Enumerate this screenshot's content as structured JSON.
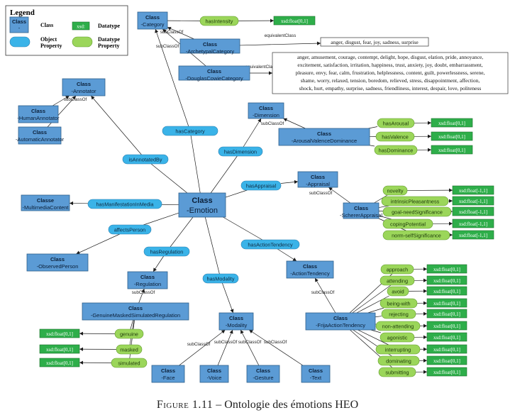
{
  "legend": {
    "title": "Legend",
    "items": [
      {
        "kind": "class",
        "swatch": [
          "Class",
          "-"
        ],
        "label": "Class"
      },
      {
        "kind": "datatype",
        "swatch": [
          "xsd:"
        ],
        "label": "Datatype"
      },
      {
        "kind": "object",
        "label": [
          "Object",
          "Property"
        ]
      },
      {
        "kind": "data",
        "label": [
          "Datatype",
          "Property"
        ]
      }
    ]
  },
  "class_keyword": "Class",
  "classes": [
    {
      "id": "category",
      "name": "-Category"
    },
    {
      "id": "archetypal",
      "name": "-ArchetypalCategory"
    },
    {
      "id": "douglas",
      "name": "-DouglasCowieCategory"
    },
    {
      "id": "annotator",
      "name": "-Annotator"
    },
    {
      "id": "human",
      "name": "-HumanAnnotator"
    },
    {
      "id": "automatic",
      "name": "-AutomaticAnnotator"
    },
    {
      "id": "dimension",
      "name": "-Dimension"
    },
    {
      "id": "avd",
      "name": "-ArousalValenceDominance"
    },
    {
      "id": "appraisal",
      "name": "-Appraisal"
    },
    {
      "id": "scherer",
      "name": "-SchererAppraisal"
    },
    {
      "id": "multimedia",
      "keyword": "Classe",
      "name": "-MultimediaContent"
    },
    {
      "id": "emotion",
      "name": "-Emotion"
    },
    {
      "id": "observed",
      "name": "-ObservedPerson"
    },
    {
      "id": "regulation",
      "name": "-Regulation"
    },
    {
      "id": "gmsr",
      "name": "-GenuineMaskedSimulatedRegulation"
    },
    {
      "id": "actiontendency",
      "name": "-ActionTendency"
    },
    {
      "id": "frija",
      "name": "-FrijaActionTendency"
    },
    {
      "id": "modality",
      "name": "-Modality"
    },
    {
      "id": "face",
      "name": "-Face"
    },
    {
      "id": "voice",
      "name": "-Voice"
    },
    {
      "id": "gesture",
      "name": "-Gesture"
    },
    {
      "id": "text",
      "name": "-Text"
    }
  ],
  "object_properties": [
    {
      "id": "hasCategory",
      "label": "hasCategory"
    },
    {
      "id": "isAnnotatedBy",
      "label": "isAnnotatedBy"
    },
    {
      "id": "hasDimension",
      "label": "hasDimension"
    },
    {
      "id": "hasAppraisal",
      "label": "hasAppraisal"
    },
    {
      "id": "hasManifestation",
      "label": "hasManifestationInMedia"
    },
    {
      "id": "affectsPerson",
      "label": "affectsPerson"
    },
    {
      "id": "hasRegulation",
      "label": "hasRegulation"
    },
    {
      "id": "hasModality",
      "label": "hasModality"
    },
    {
      "id": "hasActionTendency",
      "label": "hasActionTendency"
    }
  ],
  "datatype_properties": [
    {
      "id": "hasIntensity",
      "label": "hasIntensity",
      "range": "xsd:float[0,1]"
    },
    {
      "id": "hasArousal",
      "label": "hasArousal",
      "range": "xsd:float[0,1]"
    },
    {
      "id": "hasValence",
      "label": "hasValence",
      "range": "xsd:float[0,1]"
    },
    {
      "id": "hasDominance",
      "label": "hasDominance",
      "range": "xsd:float[0,1]"
    },
    {
      "id": "novelty",
      "label": "novelty",
      "range": "xsd:float[-1,1]"
    },
    {
      "id": "intrinsic",
      "label": "intrinsicPleasantness",
      "range": "xsd:float[-1,1]"
    },
    {
      "id": "goal",
      "label": "goal-needSignificance",
      "range": "xsd:float[-1,1]"
    },
    {
      "id": "coping",
      "label": "copingPotential",
      "range": "xsd:float[-1,1]"
    },
    {
      "id": "norm",
      "label": "norm-selfSignificance",
      "range": "xsd:float[-1,1]"
    },
    {
      "id": "approach",
      "label": "approach",
      "range": "xsd:float[0,1]"
    },
    {
      "id": "attending",
      "label": "attending",
      "range": "xsd:float[0,1]"
    },
    {
      "id": "avoid",
      "label": "avoid",
      "range": "xsd:float[0,1]"
    },
    {
      "id": "beingwith",
      "label": "being-with",
      "range": "xsd:float[0,1]"
    },
    {
      "id": "rejecting",
      "label": "rejecting",
      "range": "xsd:float[0,1]"
    },
    {
      "id": "nonattending",
      "label": "non-attending",
      "range": "xsd:float[0,1]"
    },
    {
      "id": "agonistic",
      "label": "agonistic",
      "range": "xsd:float[0,1]"
    },
    {
      "id": "interrupting",
      "label": "interrupting",
      "range": "xsd:float[0,1]"
    },
    {
      "id": "dominating",
      "label": "dominating",
      "range": "xsd:float[0,1]"
    },
    {
      "id": "submitting",
      "label": "submitting",
      "range": "xsd:float[0,1]"
    },
    {
      "id": "genuine",
      "label": "genuine",
      "range": "xsd:float[0,1]"
    },
    {
      "id": "masked",
      "label": "masked",
      "range": "xsd:float[0,1]"
    },
    {
      "id": "simulated",
      "label": "simulated",
      "range": "xsd:float[0,1]"
    }
  ],
  "edge_labels": {
    "subclass": "subClassOf",
    "equivalent": "equivalentClass"
  },
  "notes": {
    "archetypal": [
      "anger, disgust, fear, joy, sadness, surprise"
    ],
    "douglas": [
      "anger, amusement, courage, contempt, delight, hope, disgust, elation, pride, annoyance,",
      "excitement, satisfaction, irritation, happiness, trust, anxiety, joy, doubt, embarrassment,",
      "pleasure, envy, fear, calm, frustration, helplessness, content, guilt, powerlessness, serene,",
      "shame, worry, relaxed, tension, boredom, relieved, stress, disappointment, affection,",
      "shock, hurt, empathy, surprise, sadness, friendliness, interest, despair, love, politeness"
    ]
  },
  "caption": {
    "prefix": "Figure 1.11",
    "separator": " – ",
    "text": "Ontologie des émotions HEO"
  }
}
